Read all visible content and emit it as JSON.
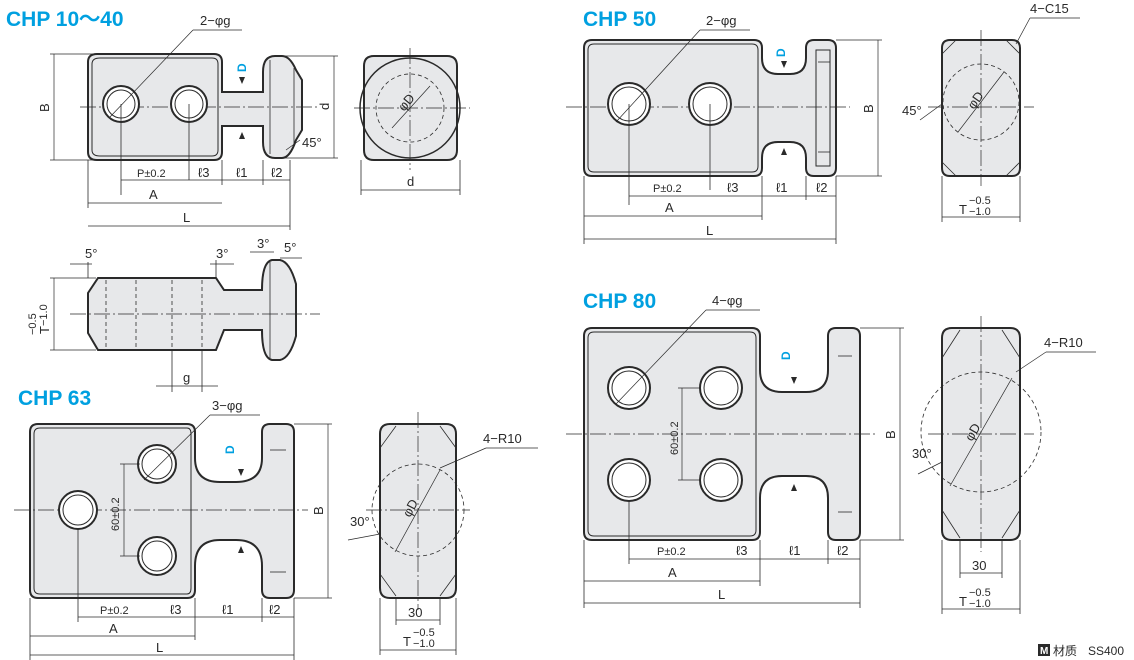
{
  "titles": {
    "chp10_40": "CHP 10～40",
    "chp50": "CHP 50",
    "chp63": "CHP 63",
    "chp80": "CHP 80"
  },
  "holes": {
    "h2": "2−φg",
    "h3": "3−φg",
    "h4": "4−φg"
  },
  "dims": {
    "A": "A",
    "L": "L",
    "B": "B",
    "d": "d",
    "D": "D",
    "g": "g",
    "P": "P±0.2",
    "l3": "ℓ3",
    "l1": "ℓ1",
    "l2": "ℓ2",
    "T": "T",
    "T_tol_up": "−0.5",
    "T_tol_lo": "−1.0",
    "phiD": "φD",
    "deg45": "45°",
    "deg30": "30°",
    "deg5": "5°",
    "deg3": "3°",
    "c15": "4−C15",
    "r10": "4−R10",
    "pitch60": "60±0.2",
    "v30": "30"
  },
  "material": {
    "badge": "M",
    "label": "材质",
    "value": "SS400"
  }
}
